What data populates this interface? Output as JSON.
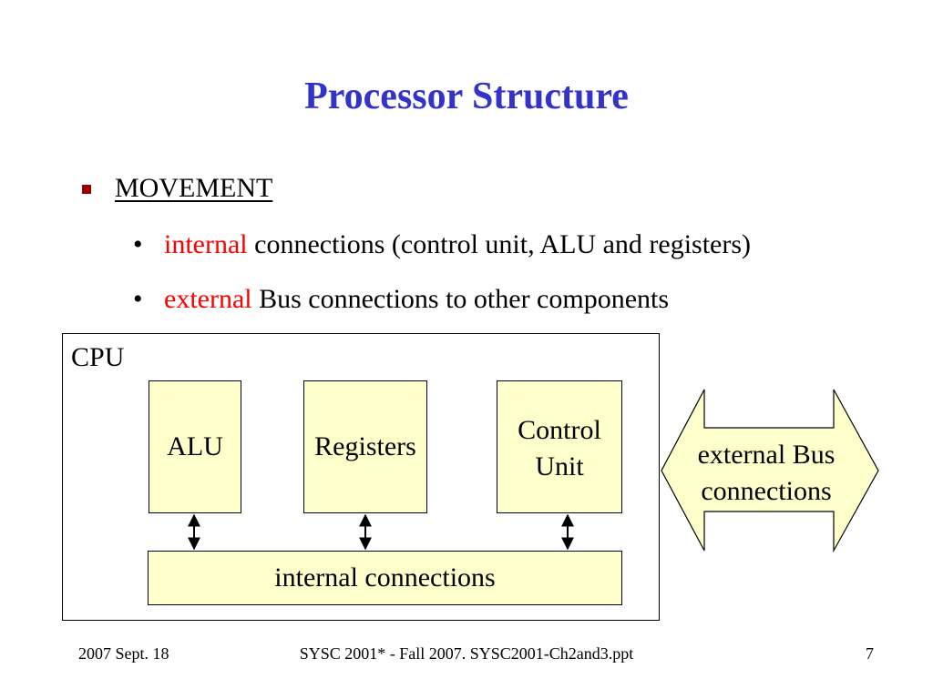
{
  "slide": {
    "title": "Processor Structure",
    "bullet": "MOVEMENT",
    "sub_bullets": [
      {
        "marker": "•",
        "highlight": "internal",
        "text": " connections (control unit, ALU and registers)"
      },
      {
        "marker": "•",
        "highlight": "external",
        "text": " Bus connections to other components"
      }
    ],
    "colors": {
      "title": "#3333cc",
      "highlight": "#ff0000",
      "box_fill": "#ffffcc",
      "bullet_square": "#990000"
    }
  },
  "diagram": {
    "cpu_label": "CPU",
    "alu_label": "ALU",
    "registers_label": "Registers",
    "control_unit_label": "Control\nUnit",
    "internal_connections_label": "internal connections",
    "external_bus_label": "external Bus\nconnections"
  },
  "footer": {
    "date": "2007 Sept. 18",
    "course": "SYSC 2001* - Fall 2007. SYSC2001-Ch2and3.ppt",
    "page": "7"
  }
}
